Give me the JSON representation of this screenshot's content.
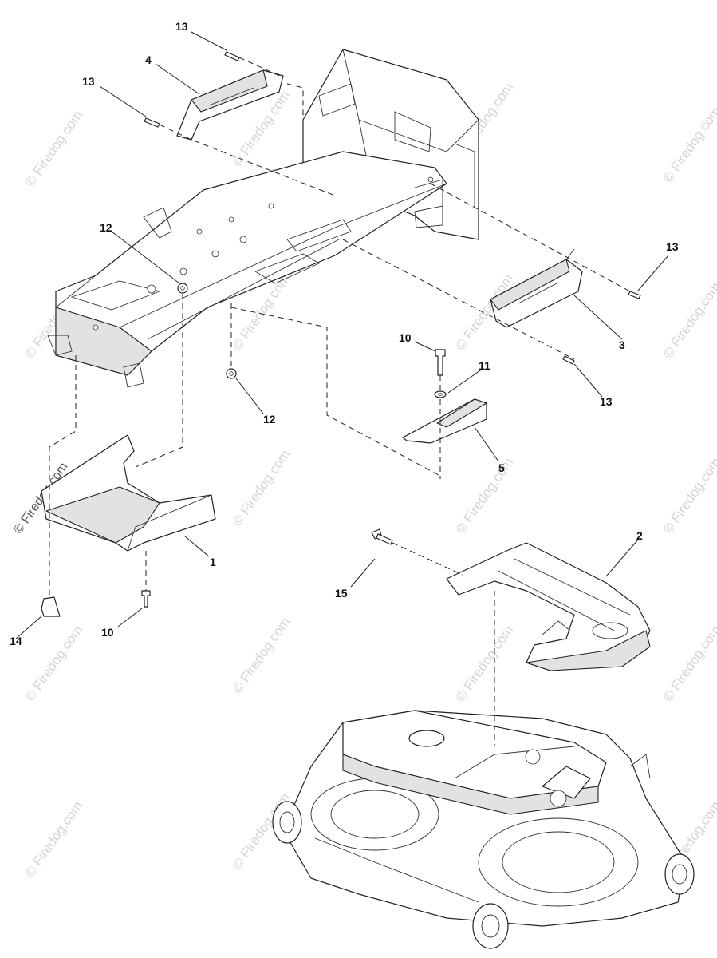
{
  "watermark": {
    "text": "© Firedog.com"
  },
  "callouts": [
    {
      "id": "c13a",
      "text": "13"
    },
    {
      "id": "c4",
      "text": "4"
    },
    {
      "id": "c13b",
      "text": "13"
    },
    {
      "id": "c12a",
      "text": "12"
    },
    {
      "id": "c13c",
      "text": "13"
    },
    {
      "id": "c3",
      "text": "3"
    },
    {
      "id": "c13d",
      "text": "13"
    },
    {
      "id": "c10a",
      "text": "10"
    },
    {
      "id": "c11",
      "text": "11"
    },
    {
      "id": "c12b",
      "text": "12"
    },
    {
      "id": "c5",
      "text": "5"
    },
    {
      "id": "c1",
      "text": "1"
    },
    {
      "id": "c2",
      "text": "2"
    },
    {
      "id": "c15",
      "text": "15"
    },
    {
      "id": "c14",
      "text": "14"
    },
    {
      "id": "c10b",
      "text": "10"
    }
  ]
}
